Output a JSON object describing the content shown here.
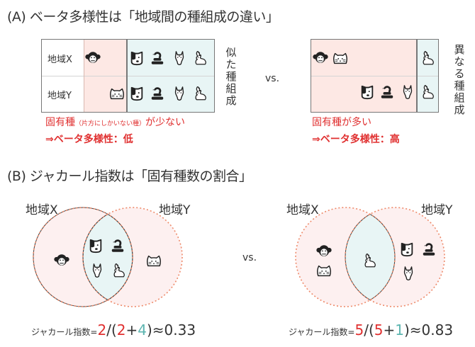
{
  "section_a": {
    "title": "(A) ベータ多様性は「地域間の種組成の違い」",
    "left": {
      "rows": [
        {
          "label": "地域X",
          "unique": [
            "monkey"
          ],
          "shared": [
            "dog",
            "snake",
            "horse",
            "rabbit"
          ]
        },
        {
          "label": "地域Y",
          "unique": [
            "cat"
          ],
          "shared": [
            "dog",
            "snake",
            "horse",
            "rabbit"
          ]
        }
      ],
      "side_label": "似た種組成",
      "note_main": "固有種",
      "note_paren": "（片方にしかいない種）",
      "note_tail": "が少ない",
      "conclusion": "⇒ベータ多様性：低"
    },
    "vs_label": "vs.",
    "right": {
      "rows": [
        {
          "label": "",
          "unique": [
            "monkey",
            "cat"
          ],
          "shared": [
            "rabbit"
          ]
        },
        {
          "label": "",
          "unique": [
            "dog",
            "snake",
            "horse"
          ],
          "shared": [
            "rabbit"
          ]
        }
      ],
      "side_label": "異なる種組成",
      "note": "固有種が多い",
      "conclusion": "⇒ベータ多様性：高"
    }
  },
  "section_b": {
    "title": "(B) ジャカール指数は「固有種数の割合」",
    "vs_label": "vs.",
    "left": {
      "label_x": "地域X",
      "label_y": "地域Y",
      "only_x": [
        "monkey"
      ],
      "shared": [
        "dog",
        "snake",
        "horse",
        "rabbit"
      ],
      "only_y": [
        "cat"
      ],
      "formula_prefix": "ジャカール指数=",
      "unique_count": "2",
      "slash_open": "/(",
      "unique_count2": "2",
      "plus": "+",
      "shared_count": "4",
      "close_result": ")≈0.33"
    },
    "right": {
      "label_x": "地域X",
      "label_y": "地域Y",
      "only_x": [
        "monkey",
        "cat"
      ],
      "shared": [
        "rabbit"
      ],
      "only_y": [
        "dog",
        "snake",
        "horse"
      ],
      "formula_prefix": "ジャカール指数=",
      "unique_count": "5",
      "slash_open": "/(",
      "unique_count2": "5",
      "plus": "+",
      "shared_count": "1",
      "close_result": ")≈0.83"
    }
  },
  "colors": {
    "unique_bg": "#fde8e4",
    "shared_bg": "#e8f5f5",
    "accent_red": "#e03030",
    "accent_teal": "#5cb5b0",
    "venn_dash": "#ee8a6a"
  }
}
